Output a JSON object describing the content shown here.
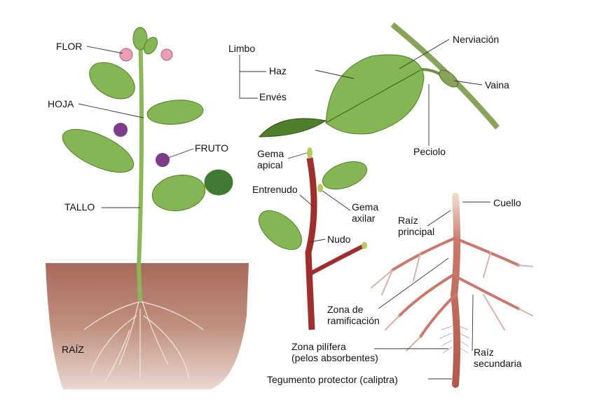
{
  "labels": {
    "flor": "FLOR",
    "hoja": "HOJA",
    "fruto": "FRUTO",
    "tallo": "TALLO",
    "raiz": "RAÍZ",
    "limbo": "Limbo",
    "haz": "Haz",
    "enves": "Envés",
    "nerviacion": "Nerviación",
    "vaina": "Vaina",
    "peciolo": "Peciolo",
    "gema_apical": [
      "Gema",
      "apical"
    ],
    "entrenudo": "Entrenudo",
    "gema_axilar": [
      "Gema",
      "axilar"
    ],
    "nudo": "Nudo",
    "cuello": "Cuello",
    "raiz_principal": [
      "Raíz",
      "principal"
    ],
    "zona_ramificacion": [
      "Zona de",
      "ramificación"
    ],
    "zona_pilifera": [
      "Zona pilífera",
      "(pelos absorbentes)"
    ],
    "raiz_secundaria": [
      "Raíz",
      "secundaria"
    ],
    "tegumento": "Tegumento protector (caliptra)"
  },
  "colors": {
    "leaf": "#86b653",
    "leaf_dark": "#4f7d2c",
    "soil": "#b27a6b",
    "stem_red": "#9e2f2c",
    "root": "#c9786a",
    "berry": "#7b3d8c",
    "flower": "#eaa0b4"
  }
}
